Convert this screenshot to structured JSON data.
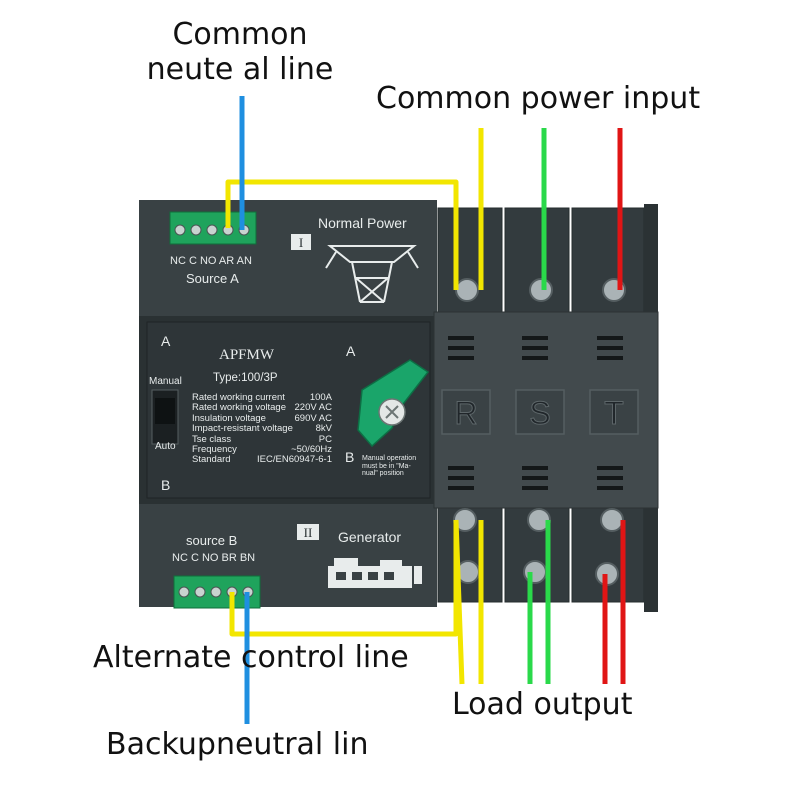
{
  "labels": {
    "common_neutral": [
      "Common",
      "neute al line"
    ],
    "common_power_input": "Common power input",
    "alternate_control_line": "Alternate control line",
    "load_output": "Load output",
    "backup_neutral": "Backupneutral lin"
  },
  "device": {
    "brand": "APFMW",
    "type": "Type:100/3P",
    "side_a": "A",
    "side_b": "B",
    "switch_side_a": "A",
    "switch_side_b": "B",
    "manual": "Manual",
    "auto": "Auto",
    "manual_note": [
      "Manual operation",
      "must be in \"Ma-",
      "nual\" position"
    ],
    "specs": [
      {
        "name": "Rated working current",
        "value": "100A"
      },
      {
        "name": "Rated working voltage",
        "value": "220V AC"
      },
      {
        "name": "Insulation voltage",
        "value": "690V AC"
      },
      {
        "name": "Impact-resistant voltage",
        "value": "8kV"
      },
      {
        "name": "Tse class",
        "value": "PC"
      },
      {
        "name": "Frequency",
        "value": "~50/60Hz"
      },
      {
        "name": "Standard",
        "value": "IEC/EN60947-6-1"
      }
    ],
    "phases": [
      "R",
      "S",
      "T"
    ],
    "source_a": {
      "numeral": "I",
      "title": "Normal Power",
      "terminals": "NC C NO AR AN",
      "name": "Source A"
    },
    "source_b": {
      "numeral": "II",
      "title": "Generator",
      "terminals": "NC C NO BR BN",
      "name": "source B"
    }
  },
  "colors": {
    "neutral_wire": "#1f8fe0",
    "control_wire": "#f2e600",
    "phase_s_wire": "#2ad94a",
    "phase_t_wire": "#e01515",
    "housing": "#3b4346",
    "housing_dark": "#23292b",
    "terminal_block": "#1fa35c",
    "knob": "#1aa56a"
  }
}
